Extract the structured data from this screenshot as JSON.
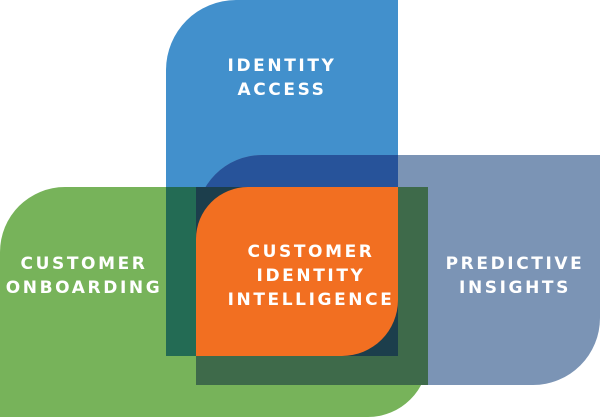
{
  "colors": {
    "identity_access": "#4290cc",
    "customer_onboarding": "#77b35a",
    "predictive_insights": "#7b94b5",
    "center": "#f26f21"
  },
  "diagram": {
    "identity_access": {
      "line1": "IDENTITY",
      "line2": "ACCESS"
    },
    "customer_onboarding": {
      "line1": "CUSTOMER",
      "line2": "ONBOARDING"
    },
    "predictive_insights": {
      "line1": "PREDICTIVE",
      "line2": "INSIGHTS"
    },
    "center": {
      "line1": "CUSTOMER",
      "line2": "IDENTITY",
      "line3": "INTELLIGENCE"
    }
  }
}
